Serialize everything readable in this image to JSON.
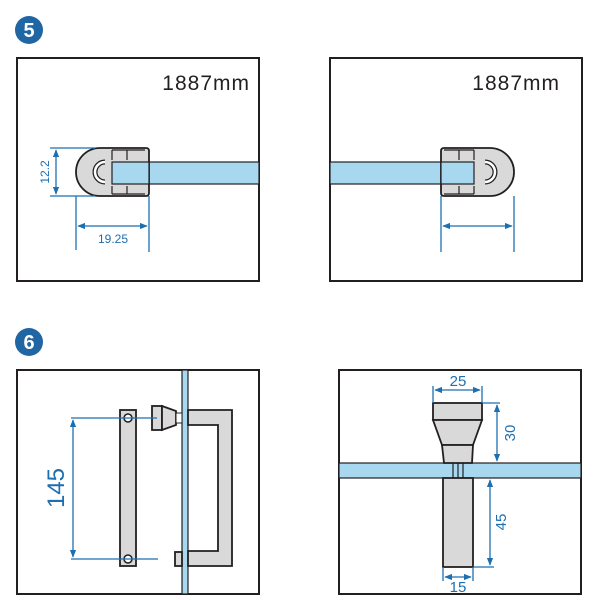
{
  "steps": [
    {
      "number": "5",
      "panels": [
        {
          "length_label": "1887mm",
          "height_label": "12.2",
          "width_label": "19.25"
        },
        {
          "length_label": "1887mm"
        }
      ]
    },
    {
      "number": "6",
      "panels": [
        {
          "spacing_label": "145"
        },
        {
          "top_width_label": "25",
          "top_height_label": "30",
          "bottom_height_label": "45",
          "bottom_width_label": "15"
        }
      ]
    }
  ],
  "colors": {
    "glass": "#a8d8ef",
    "dimension": "#1e6fb0",
    "badge": "#1f66a3",
    "part": "#d9d9d9"
  }
}
